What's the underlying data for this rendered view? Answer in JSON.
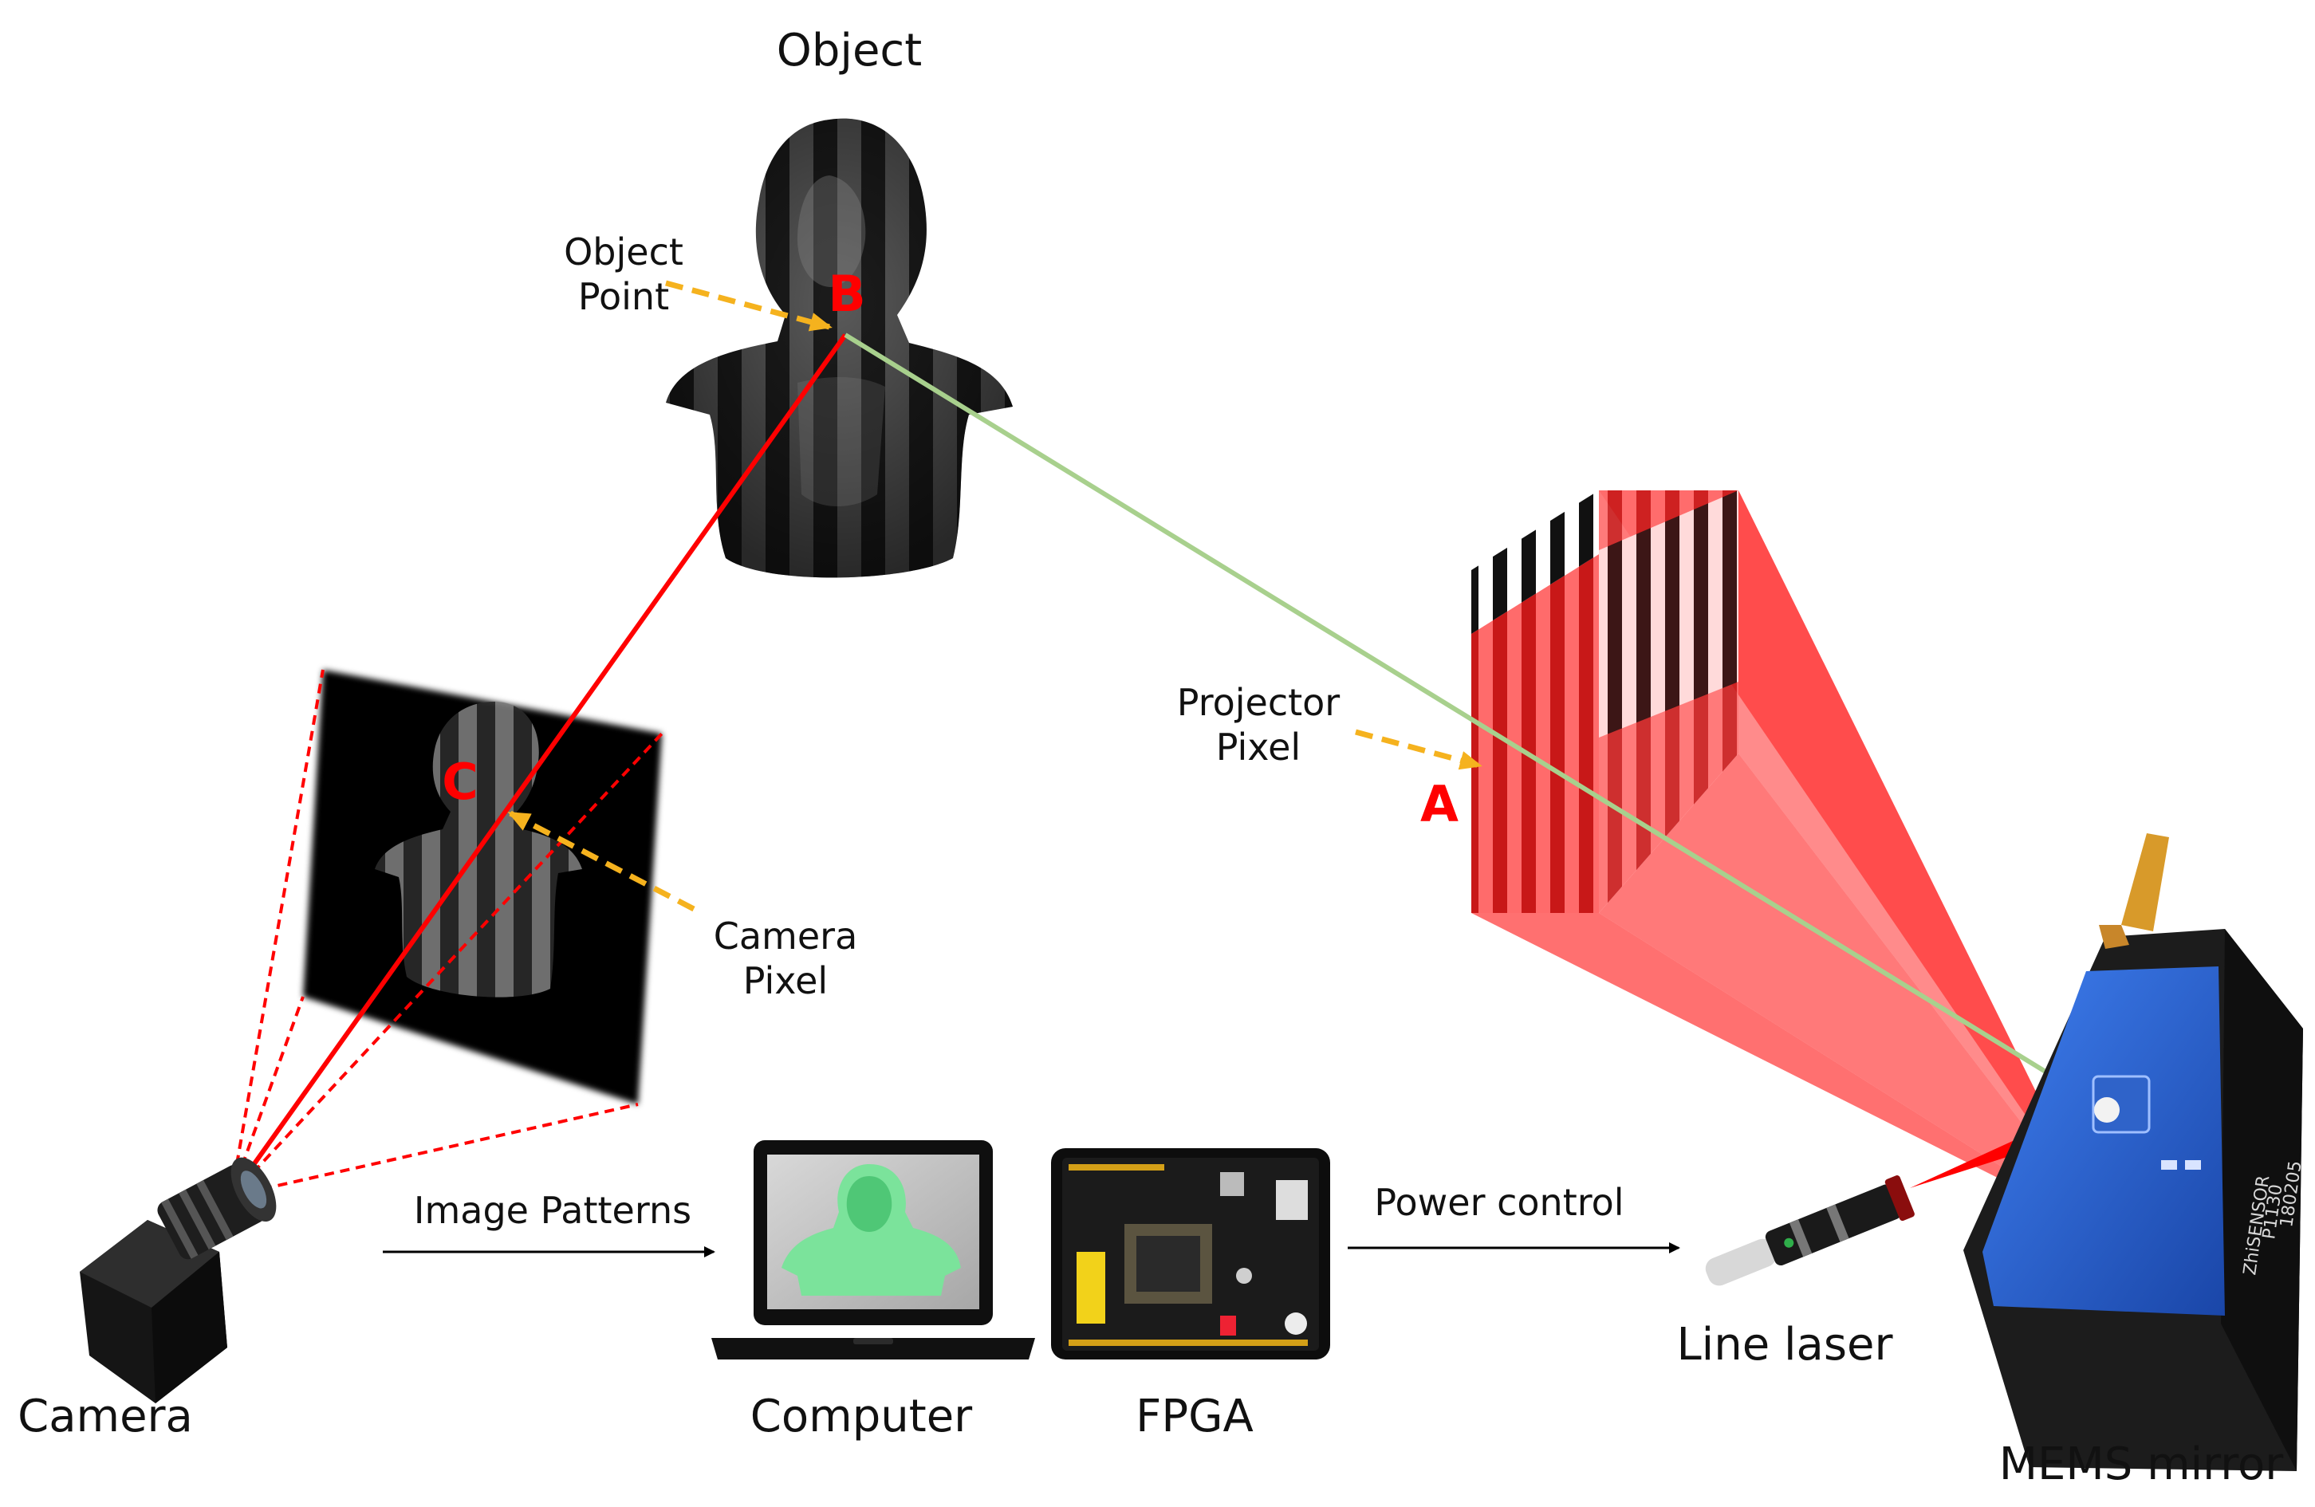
{
  "labels": {
    "object": "Object",
    "object_point_l1": "Object",
    "object_point_l2": "Point",
    "projector_pixel_l1": "Projector",
    "projector_pixel_l2": "Pixel",
    "camera_pixel_l1": "Camera",
    "camera_pixel_l2": "Pixel",
    "camera": "Camera",
    "computer": "Computer",
    "fpga": "FPGA",
    "line_laser": "Line laser",
    "mems_mirror": "MEMS mirror",
    "image_patterns": "Image Patterns",
    "power_control": "Power control"
  },
  "points": {
    "a": "A",
    "b": "B",
    "c": "C"
  },
  "device_text": {
    "sensor_brand": "ZhiSENSOR",
    "model": "P1130",
    "serial": "180205"
  },
  "colors": {
    "ray_red": "#ff0000",
    "ray_green": "#a8d08d",
    "pointer_orange": "#f5b21e",
    "projection_red": "#ff5a5a",
    "mems_blue": "#1e57c8",
    "render_green": "#7be39b"
  }
}
